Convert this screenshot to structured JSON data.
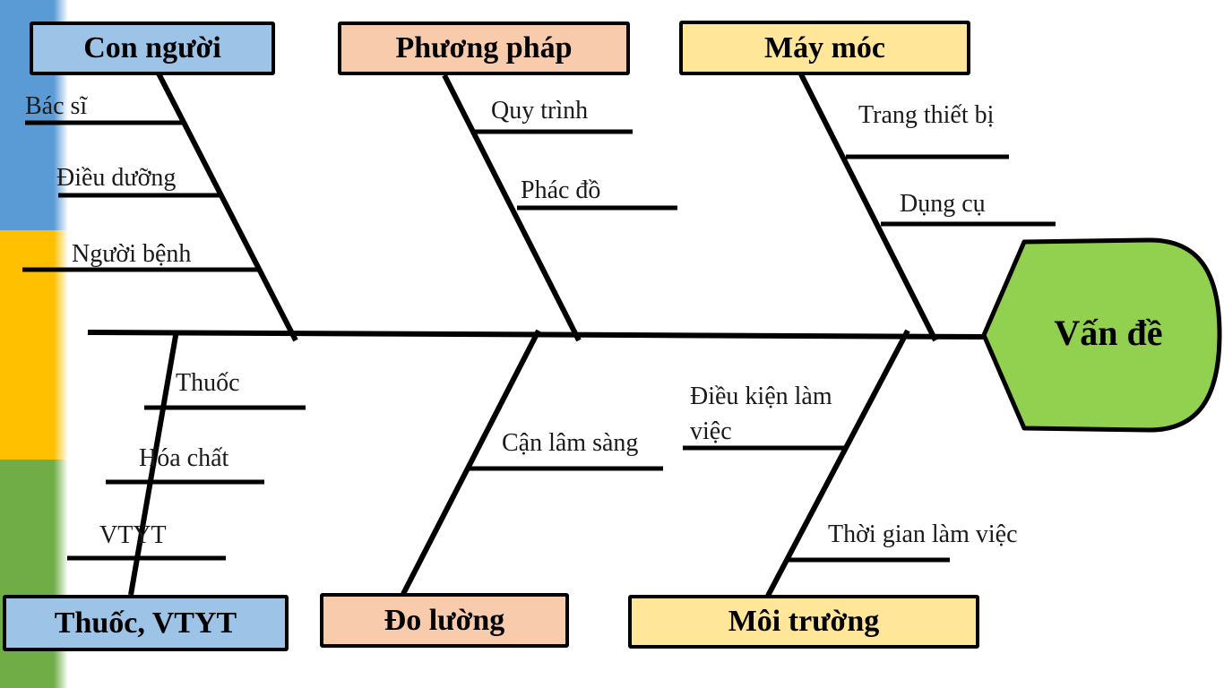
{
  "title": "Fishbone cause-and-effect diagram",
  "head": {
    "label": "Vấn đề",
    "fill": "#92D050"
  },
  "categories": {
    "top": [
      {
        "label": "Con người",
        "fill": "#9DC3E6",
        "causes": [
          "Bác sĩ",
          "Điều dưỡng",
          "Người bệnh"
        ]
      },
      {
        "label": "Phương pháp",
        "fill": "#F8CBAD",
        "causes": [
          "Quy trình",
          "Phác đồ"
        ]
      },
      {
        "label": "Máy móc",
        "fill": "#FFE699",
        "causes": [
          "Trang thiết bị",
          "Dụng cụ"
        ]
      }
    ],
    "bottom": [
      {
        "label": "Thuốc, VTYT",
        "fill": "#9DC3E6",
        "causes": [
          "Thuốc",
          "Hóa chất",
          "VTYT"
        ]
      },
      {
        "label": "Đo lường",
        "fill": "#F8CBAD",
        "causes": [
          "Cận lâm sàng"
        ]
      },
      {
        "label": "Môi trường",
        "fill": "#FFE699",
        "causes": [
          "Điều kiện làm việc",
          "Thời gian làm việc"
        ]
      }
    ]
  },
  "stripe_colors": {
    "blue": "#5B9BD5",
    "orange": "#FFC000",
    "green": "#70AD47"
  },
  "line_color": "#000000"
}
